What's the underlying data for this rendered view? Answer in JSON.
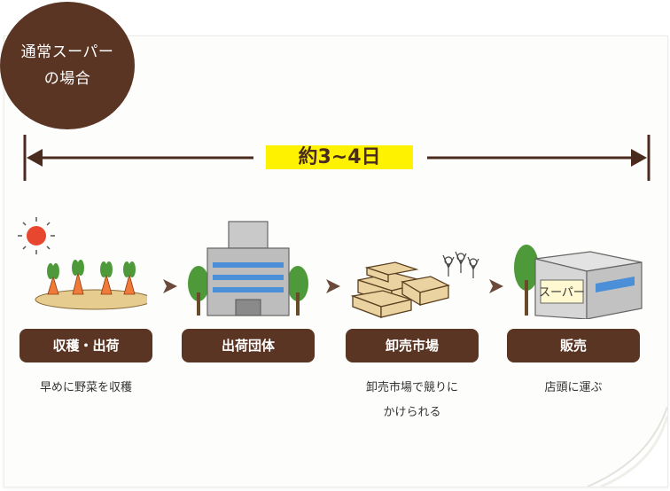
{
  "badge": {
    "line1": "通常スーパー",
    "line2": "の場合"
  },
  "timeline": {
    "duration": "約3~4日"
  },
  "steps": [
    {
      "label": "収穫・出荷",
      "desc": [
        "早めに野菜を収穫"
      ]
    },
    {
      "label": "出荷団体",
      "desc": []
    },
    {
      "label": "卸売市場",
      "desc": [
        "卸売市場で競りに",
        "かけられる"
      ]
    },
    {
      "label": "販売",
      "desc": [
        "店頭に運ぶ"
      ]
    }
  ],
  "store_sign": "スーパー",
  "colors": {
    "brown": "#5a3524",
    "highlight": "#fff200",
    "sun": "#e8472f",
    "carrot": "#f07a3a",
    "leaf": "#4e9a3a"
  },
  "icons": [
    "sun-icon",
    "carrot-field-icon",
    "office-building-icon",
    "market-boxes-icon",
    "supermarket-icon",
    "chevron-right-icon"
  ]
}
